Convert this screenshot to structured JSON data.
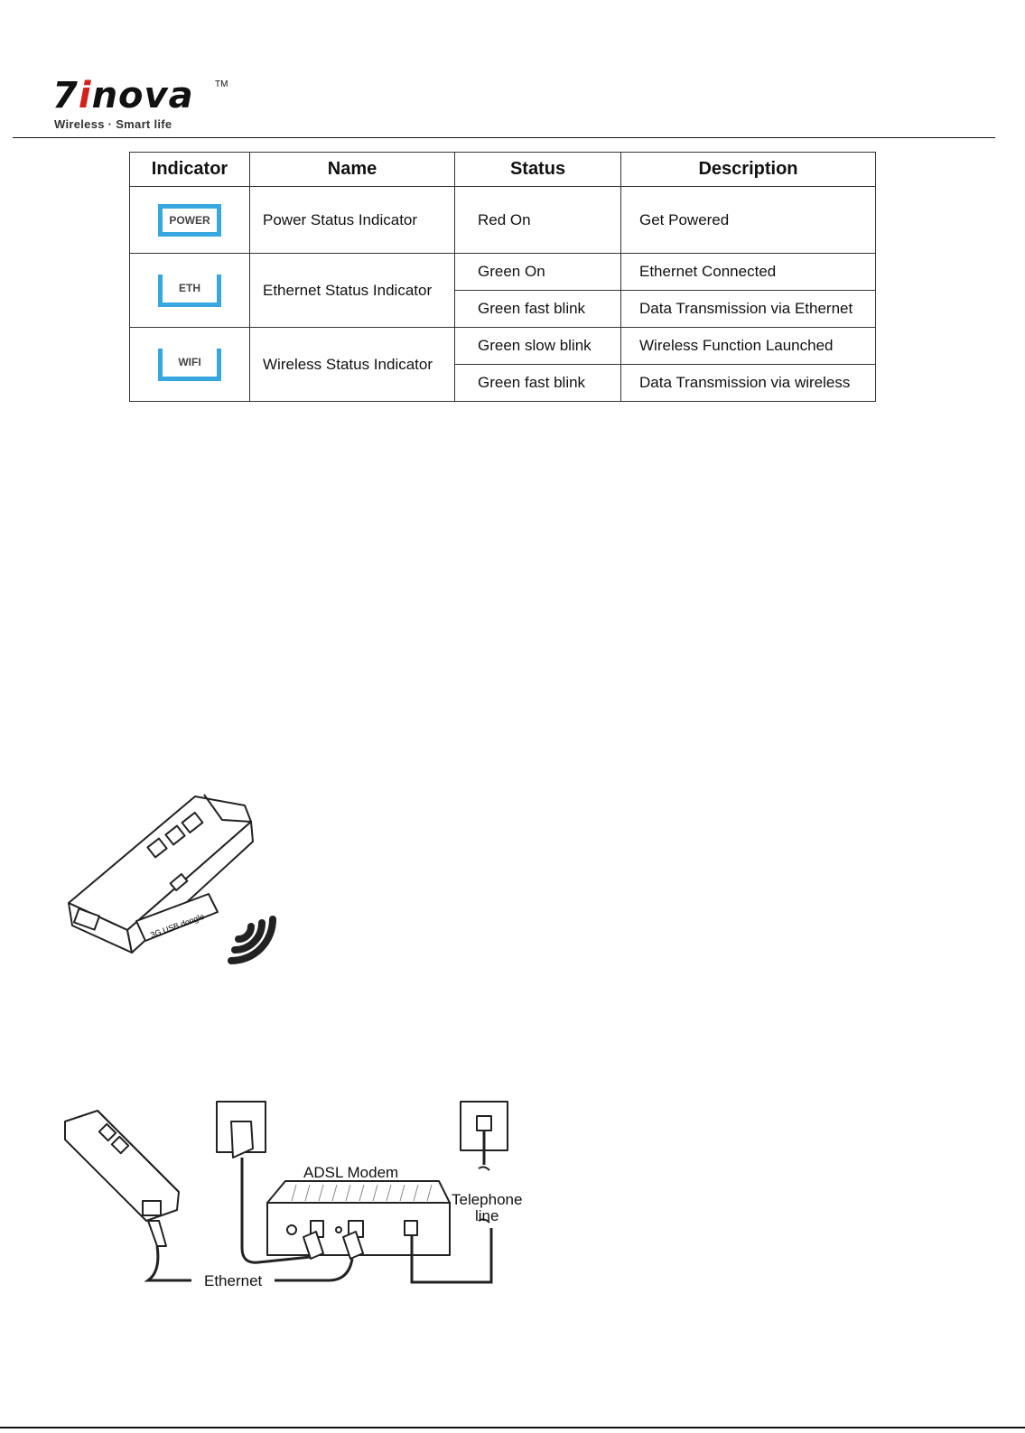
{
  "header": {
    "logo_pre": "7",
    "logo_red": "i",
    "logo_post": "nova",
    "logo_tm": "TM",
    "tagline": "Wireless · Smart life"
  },
  "table": {
    "headers": [
      "Indicator",
      "Name",
      "Status",
      "Description"
    ],
    "rows": [
      {
        "indicator": "POWER",
        "name": "Power Status Indicator",
        "status": "Red On",
        "description": "Get Powered"
      },
      {
        "indicator": "ETH",
        "name": "Ethernet Status Indicator",
        "status": "Green On",
        "description": "Ethernet Connected"
      },
      {
        "status": "Green fast blink",
        "description": "Data Transmission via Ethernet"
      },
      {
        "indicator": "WIFI",
        "name": "Wireless Status Indicator",
        "status": "Green slow blink",
        "description": "Wireless Function Launched"
      },
      {
        "status": "Green fast blink",
        "description": "Data Transmission via wireless"
      }
    ]
  },
  "figure1": {
    "dongle_label": "3G USB dongle"
  },
  "figure2": {
    "modem_label": "ADSL Modem",
    "telephone_label_1": "Telephone",
    "telephone_label_2": "line",
    "ethernet_label": "Ethernet"
  },
  "colors": {
    "indicator_border": "#37a8df",
    "logo_red": "#d2221b"
  }
}
